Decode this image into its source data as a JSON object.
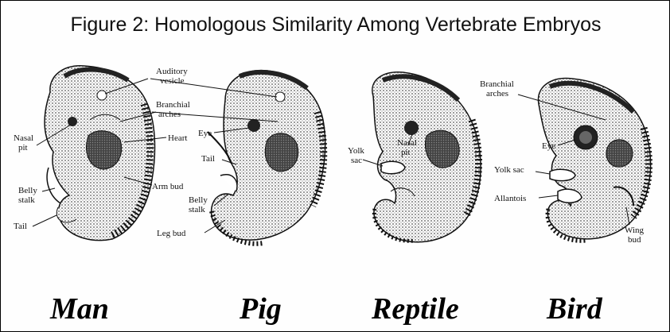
{
  "figure": {
    "title": "Figure 2:  Homologous Similarity Among Vertebrate Embryos",
    "captions": [
      "Man",
      "Pig",
      "Reptile",
      "Bird"
    ]
  },
  "labels": {
    "man": {
      "auditory": "Auditory",
      "vesicle": "vesicle",
      "branchial": "Branchial",
      "arches": "arches",
      "heart": "Heart",
      "nasal": "Nasal",
      "pit": "pit",
      "arm_bud": "Arm bud",
      "belly": "Belly",
      "stalk": "stalk",
      "tail": "Tail"
    },
    "pig": {
      "eye": "Eye",
      "tail": "Tail",
      "belly": "Belly",
      "stalk": "stalk",
      "leg_bud": "Leg bud"
    },
    "reptile": {
      "yolk": "Yolk",
      "sac": "sac",
      "nasal": "Nasal",
      "pit": "pit"
    },
    "bird": {
      "branchial": "Branchial",
      "arches": "arches",
      "eye": "Eye",
      "yolk_sac": "Yolk sac",
      "allantois": "Allantois",
      "wing": "Wing",
      "bud": "bud"
    }
  },
  "colors": {
    "ink": "#111111",
    "shade": "#3a3a3a",
    "background": "#ffffff"
  }
}
